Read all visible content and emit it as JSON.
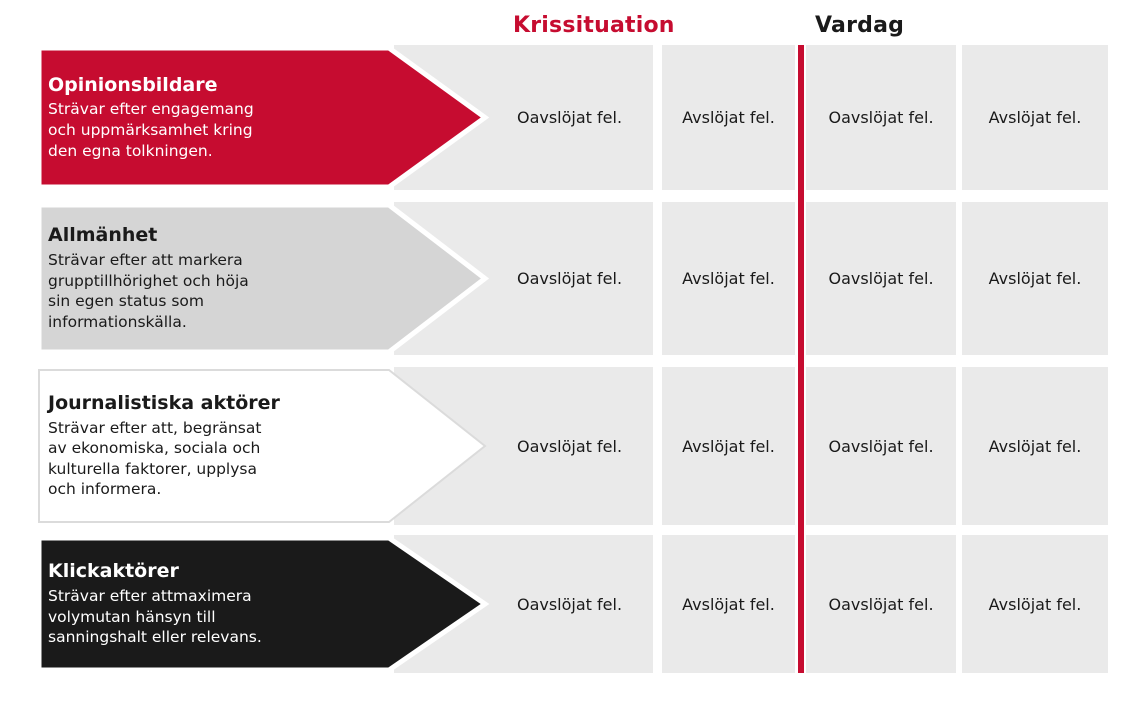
{
  "header": {
    "crisis_label": "Krissituation",
    "everyday_label": "Vardag"
  },
  "colors": {
    "accent_red": "#C60C30",
    "arrow_gray": "#D5D5D5",
    "arrow_white": "#FFFFFF",
    "arrow_black": "#1A1A1A",
    "cell_bg": "#EAEAEA",
    "text_dark": "#1A1A1A",
    "text_light": "#FFFFFF"
  },
  "rows": [
    {
      "title": "Opinionsbildare",
      "description": "Strävar efter engagemang\noch uppmärksamhet kring\nden egna tolkningen.",
      "theme": "red",
      "cells": [
        "Oavslöjat fel.",
        "Avslöjat fel.",
        "Oavslöjat fel.",
        "Avslöjat fel."
      ]
    },
    {
      "title": "Allmänhet",
      "description": "Strävar efter att markera\ngrupptillhörighet och höja\nsin egen status som\ninformationskälla.",
      "theme": "gray",
      "cells": [
        "Oavslöjat fel.",
        "Avslöjat fel.",
        "Oavslöjat fel.",
        "Avslöjat fel."
      ]
    },
    {
      "title": "Journalistiska aktörer",
      "description": "Strävar efter att, begränsat\nav ekonomiska, sociala och\nkulturella faktorer, upplysa\noch informera.",
      "theme": "white",
      "cells": [
        "Oavslöjat fel.",
        "Avslöjat fel.",
        "Oavslöjat fel.",
        "Avslöjat fel."
      ]
    },
    {
      "title": "Klickaktörer",
      "description": "Strävar efter attmaximera\nvolymutan hänsyn till\nsanningshalt eller relevans.",
      "theme": "black",
      "cells": [
        "Oavslöjat fel.",
        "Avslöjat fel.",
        "Oavslöjat fel.",
        "Avslöjat fel."
      ]
    }
  ]
}
